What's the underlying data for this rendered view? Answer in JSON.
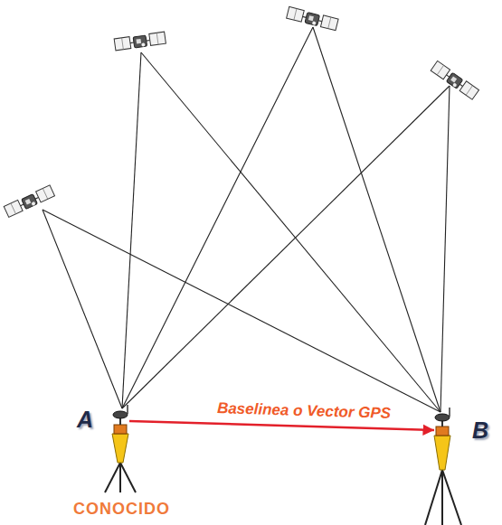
{
  "diagram": {
    "nodes": [
      {
        "text": [
          "A",
          "CONOCIDO"
        ]
      },
      {
        "text": [
          "B"
        ]
      }
    ],
    "edges": [
      {
        "from": 0,
        "to": 1,
        "label": "Baselinea o Vector GPS",
        "arrow": "to"
      }
    ]
  }
}
